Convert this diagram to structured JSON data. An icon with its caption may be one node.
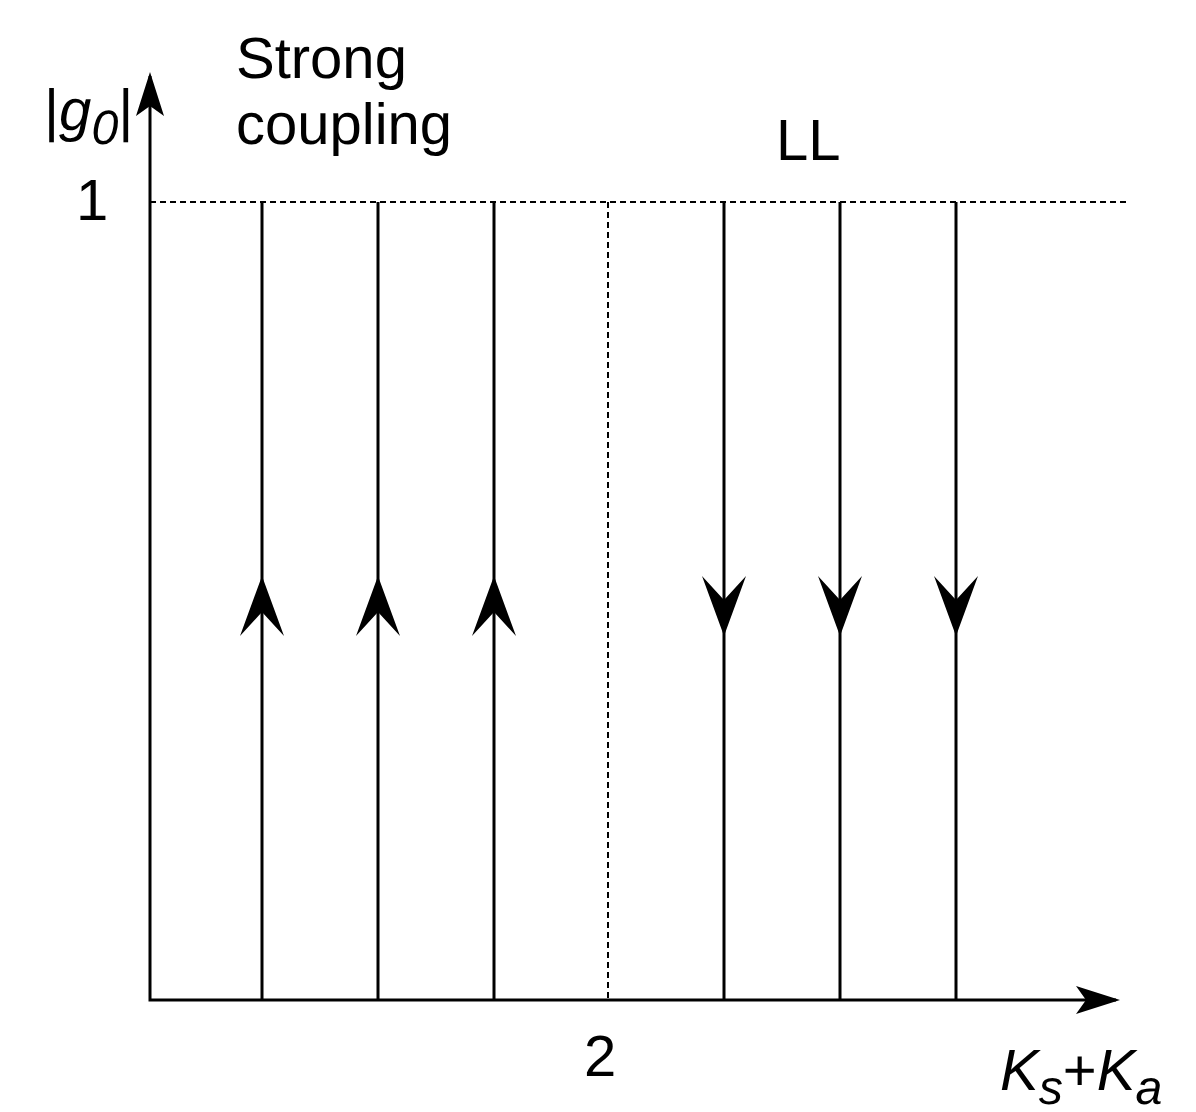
{
  "diagram": {
    "labels": [
      "|*g*$_{0}$|",
      "Strong coupling",
      "LL",
      "1",
      "2",
      "*K*$_{s}$+*K*$_{a}$"
    ]
  }
}
